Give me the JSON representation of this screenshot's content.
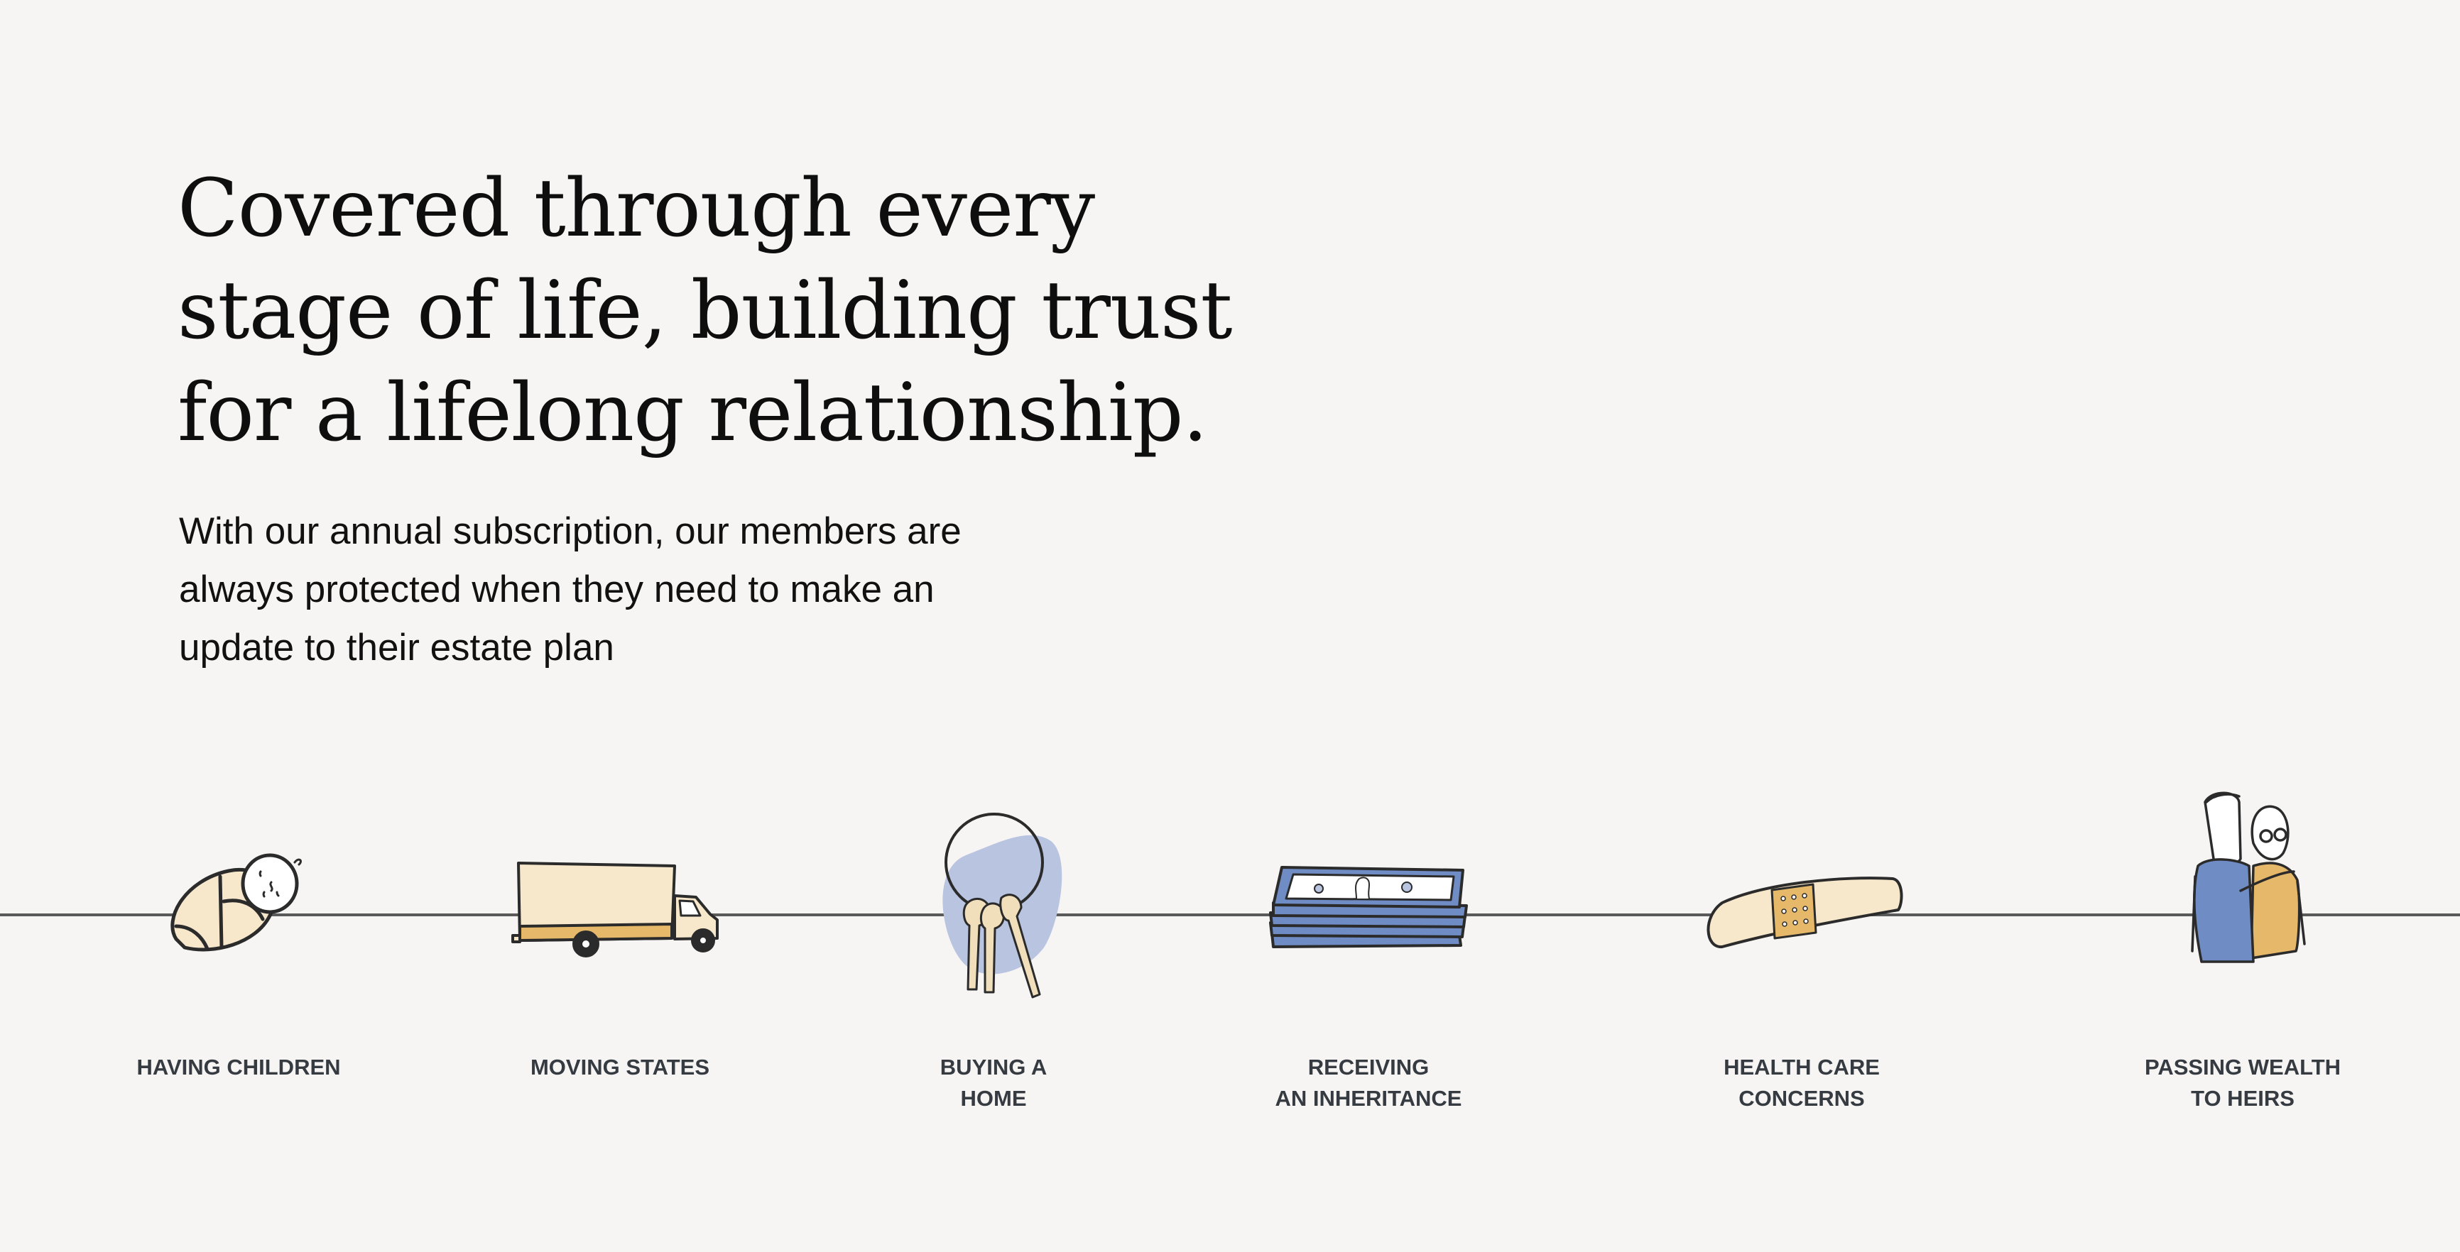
{
  "hero": {
    "headline_lines": [
      "Covered through every",
      "stage of life, building trust",
      "for a lifelong relationship."
    ],
    "subtitle_lines": [
      "With our annual subscription, our members are",
      "always protected when they need to make an",
      "update to their estate plan"
    ]
  },
  "timeline": {
    "line_color": "#5a5a5a",
    "stages": [
      {
        "icon": "swaddled-baby-icon",
        "label_lines": [
          "HAVING CHILDREN"
        ]
      },
      {
        "icon": "moving-truck-icon",
        "label_lines": [
          "MOVING STATES"
        ]
      },
      {
        "icon": "house-keys-icon",
        "label_lines": [
          "BUYING A",
          "HOME"
        ]
      },
      {
        "icon": "money-stack-icon",
        "label_lines": [
          "RECEIVING",
          "AN INHERITANCE"
        ]
      },
      {
        "icon": "bandage-icon",
        "label_lines": [
          "HEALTH CARE",
          "CONCERNS"
        ]
      },
      {
        "icon": "elderly-couple-icon",
        "label_lines": [
          "PASSING WEALTH",
          "TO HEIRS"
        ]
      }
    ]
  },
  "colors": {
    "background": "#f6f5f3",
    "cream": "#f7e7cb",
    "gold": "#e6b96a",
    "blue": "#6f8cc4",
    "blue_light": "#b9c4e0",
    "outline": "#2b2b2b",
    "label": "#363b42"
  }
}
